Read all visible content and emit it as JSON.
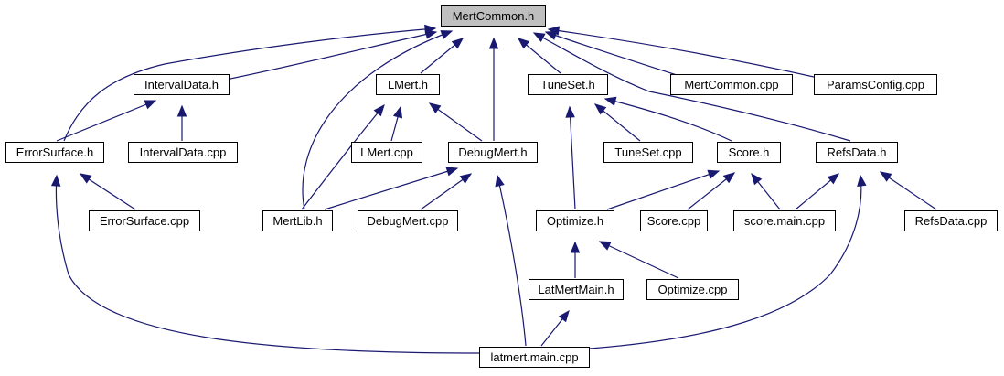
{
  "graph": {
    "root": "MertCommon.h",
    "nodes": [
      {
        "id": "mertcommon_h",
        "label": "MertCommon.h",
        "root": true
      },
      {
        "id": "intervaldata_h",
        "label": "IntervalData.h"
      },
      {
        "id": "lmert_h",
        "label": "LMert.h"
      },
      {
        "id": "tuneset_h",
        "label": "TuneSet.h"
      },
      {
        "id": "mertcommon_cpp",
        "label": "MertCommon.cpp"
      },
      {
        "id": "paramsconfig_cpp",
        "label": "ParamsConfig.cpp"
      },
      {
        "id": "errorsurface_h",
        "label": "ErrorSurface.h"
      },
      {
        "id": "intervaldata_cpp",
        "label": "IntervalData.cpp"
      },
      {
        "id": "lmert_cpp",
        "label": "LMert.cpp"
      },
      {
        "id": "debugmert_h",
        "label": "DebugMert.h"
      },
      {
        "id": "tuneset_cpp",
        "label": "TuneSet.cpp"
      },
      {
        "id": "score_h",
        "label": "Score.h"
      },
      {
        "id": "refsdata_h",
        "label": "RefsData.h"
      },
      {
        "id": "errorsurface_cpp",
        "label": "ErrorSurface.cpp"
      },
      {
        "id": "mertlib_h",
        "label": "MertLib.h"
      },
      {
        "id": "debugmert_cpp",
        "label": "DebugMert.cpp"
      },
      {
        "id": "optimize_h",
        "label": "Optimize.h"
      },
      {
        "id": "score_cpp",
        "label": "Score.cpp"
      },
      {
        "id": "score_main_cpp",
        "label": "score.main.cpp"
      },
      {
        "id": "refsdata_cpp",
        "label": "RefsData.cpp"
      },
      {
        "id": "latmertmain_h",
        "label": "LatMertMain.h"
      },
      {
        "id": "optimize_cpp",
        "label": "Optimize.cpp"
      },
      {
        "id": "latmert_main_cpp",
        "label": "latmert.main.cpp"
      }
    ],
    "edges": [
      {
        "from": "intervaldata_h",
        "to": "mertcommon_h"
      },
      {
        "from": "lmert_h",
        "to": "mertcommon_h"
      },
      {
        "from": "tuneset_h",
        "to": "mertcommon_h"
      },
      {
        "from": "mertcommon_cpp",
        "to": "mertcommon_h"
      },
      {
        "from": "paramsconfig_cpp",
        "to": "mertcommon_h"
      },
      {
        "from": "errorsurface_h",
        "to": "mertcommon_h"
      },
      {
        "from": "mertlib_h",
        "to": "mertcommon_h"
      },
      {
        "from": "debugmert_h",
        "to": "mertcommon_h"
      },
      {
        "from": "refsdata_h",
        "to": "mertcommon_h"
      },
      {
        "from": "errorsurface_h",
        "to": "intervaldata_h"
      },
      {
        "from": "intervaldata_cpp",
        "to": "intervaldata_h"
      },
      {
        "from": "lmert_cpp",
        "to": "lmert_h"
      },
      {
        "from": "debugmert_h",
        "to": "lmert_h"
      },
      {
        "from": "mertlib_h",
        "to": "lmert_h"
      },
      {
        "from": "tuneset_cpp",
        "to": "tuneset_h"
      },
      {
        "from": "score_h",
        "to": "tuneset_h"
      },
      {
        "from": "optimize_h",
        "to": "tuneset_h"
      },
      {
        "from": "errorsurface_cpp",
        "to": "errorsurface_h"
      },
      {
        "from": "latmert_main_cpp",
        "to": "errorsurface_h"
      },
      {
        "from": "mertlib_h",
        "to": "debugmert_h"
      },
      {
        "from": "debugmert_cpp",
        "to": "debugmert_h"
      },
      {
        "from": "latmert_main_cpp",
        "to": "debugmert_h"
      },
      {
        "from": "optimize_h",
        "to": "score_h"
      },
      {
        "from": "score_cpp",
        "to": "score_h"
      },
      {
        "from": "score_main_cpp",
        "to": "score_h"
      },
      {
        "from": "score_main_cpp",
        "to": "refsdata_h"
      },
      {
        "from": "refsdata_cpp",
        "to": "refsdata_h"
      },
      {
        "from": "latmert_main_cpp",
        "to": "refsdata_h"
      },
      {
        "from": "latmertmain_h",
        "to": "optimize_h"
      },
      {
        "from": "optimize_cpp",
        "to": "optimize_h"
      },
      {
        "from": "latmert_main_cpp",
        "to": "latmertmain_h"
      }
    ],
    "colors": {
      "edge": "#191970",
      "root_fill": "#bfbfbf",
      "node_fill": "#ffffff",
      "node_border": "#000000"
    }
  }
}
